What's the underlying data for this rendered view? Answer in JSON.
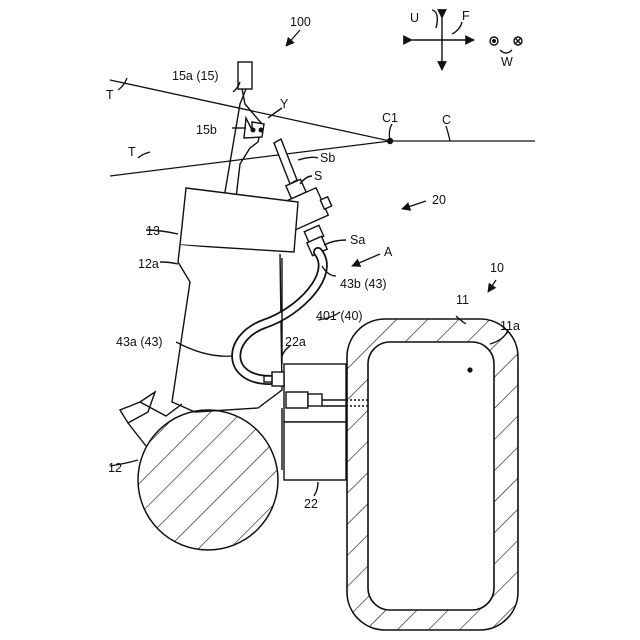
{
  "labels": {
    "fig_ref": "100",
    "dir_up": "U",
    "dir_front": "F",
    "dir_width": "W",
    "pedal_shaft": "15a (15)",
    "pedal_head": "15b",
    "point_y": "Y",
    "line_t_upper": "T",
    "line_t_lower": "T",
    "point_c1": "C1",
    "axis_c": "C",
    "sensor_sb": "Sb",
    "sensor_s": "S",
    "unit_20": "20",
    "sensor_sa": "Sa",
    "arrow_a": "A",
    "part_13": "13",
    "part_12a": "12a",
    "hose_43b": "43b (43)",
    "unit_10": "10",
    "part_11": "11",
    "part_11a": "11a",
    "hose_401": "401 (40)",
    "hose_43a": "43a (43)",
    "fitting_22a": "22a",
    "part_12": "12",
    "part_22": "22"
  },
  "colors": {
    "line": "#111111",
    "background": "#ffffff"
  }
}
